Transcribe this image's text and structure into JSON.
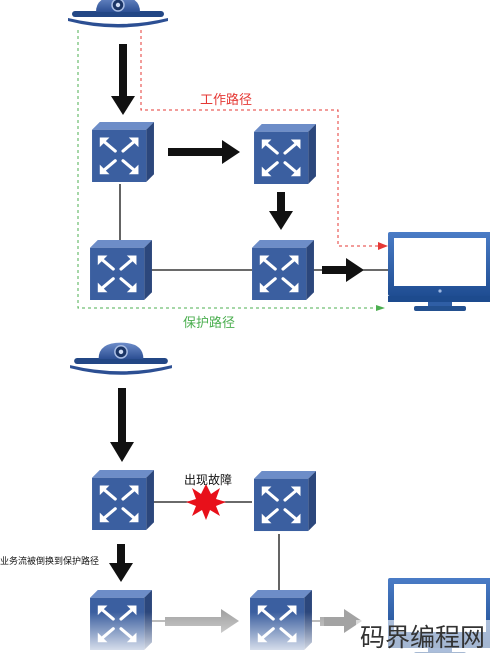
{
  "top_diagram": {
    "working_path_label": "工作路径",
    "protection_path_label": "保护路径",
    "colors": {
      "working": "#e53935",
      "protection": "#4caf50"
    }
  },
  "bottom_diagram": {
    "fault_label": "出现故障",
    "switchover_label": "业务流被倒换到保护路径",
    "colors": {
      "fault": "#e8101a",
      "degraded_arrow": "#a3a3a3"
    }
  },
  "watermark": {
    "text": "码界编程网"
  },
  "colors": {
    "switch_fill": "#3b5fa0",
    "switch_top": "#5f80be",
    "switch_side": "#2c477c",
    "arrow": "#111111",
    "monitor_frame": "#2f5ea5"
  },
  "icons": {
    "camera": "ip-camera-icon",
    "switch": "network-switch-icon",
    "monitor": "monitor-icon",
    "fault": "fault-burst-icon"
  }
}
